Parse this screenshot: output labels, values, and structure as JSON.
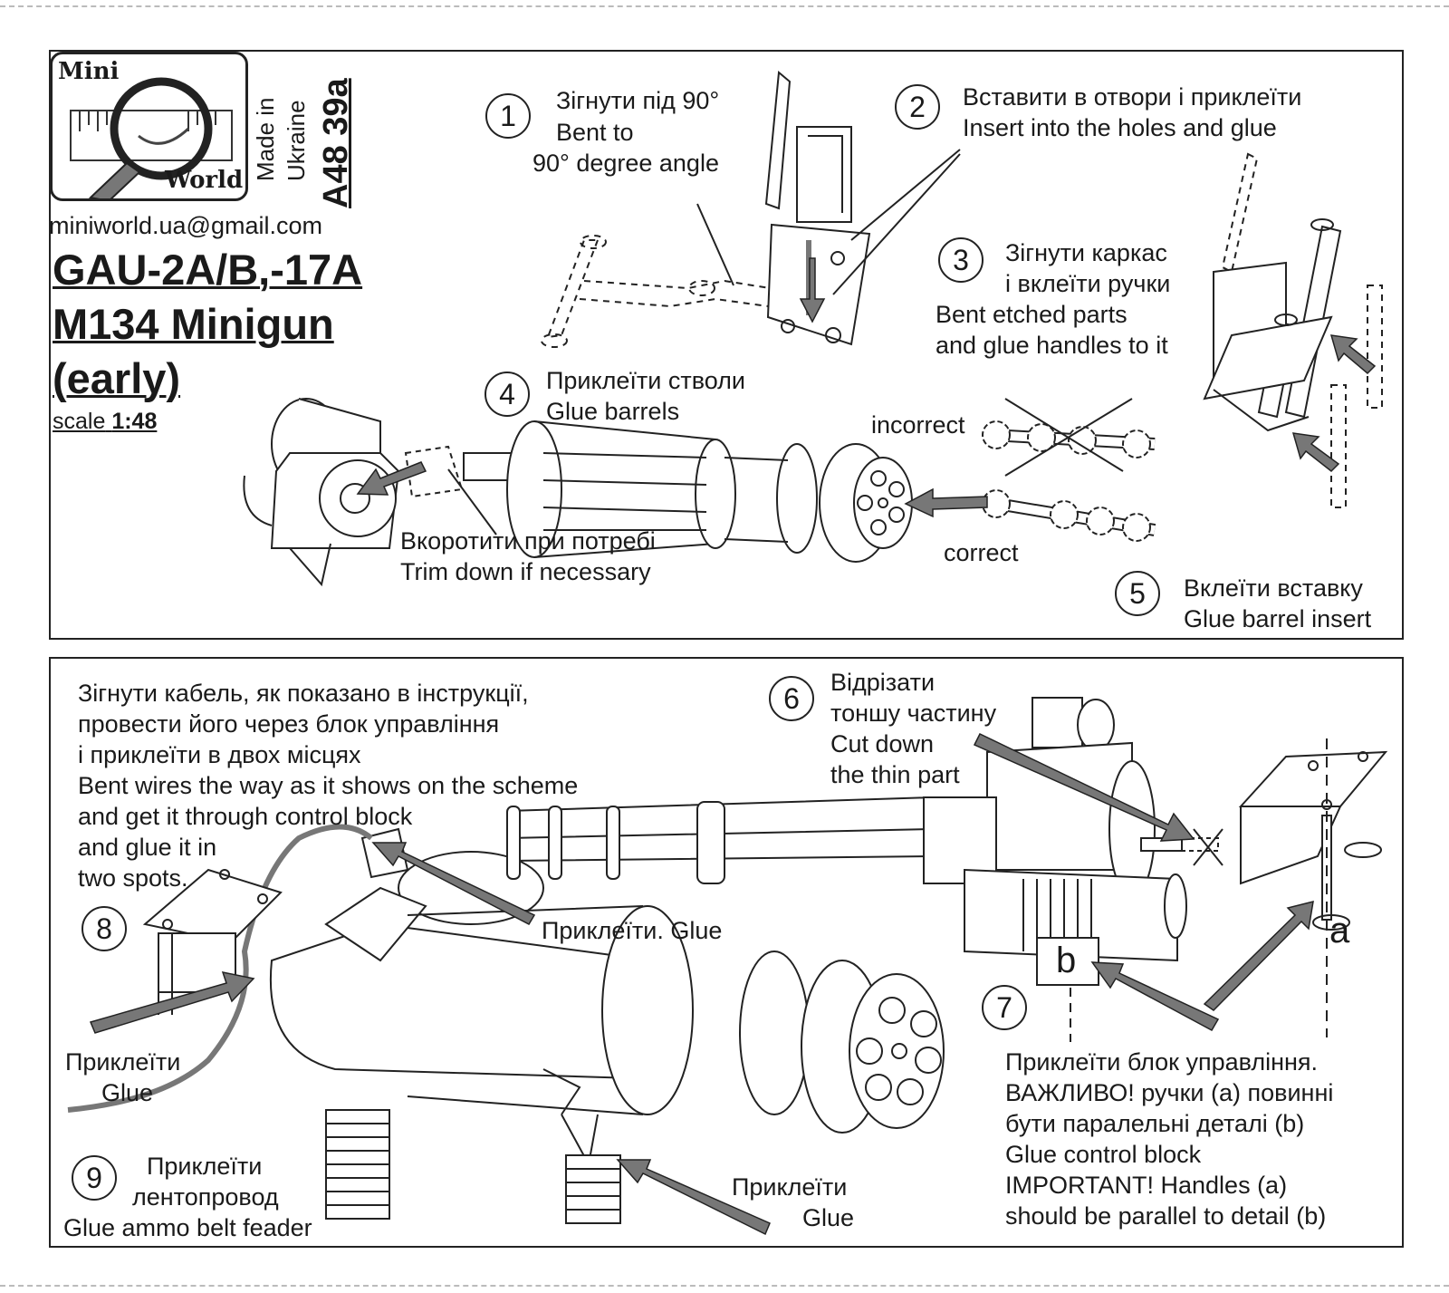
{
  "header": {
    "logo_top": "Mini",
    "logo_bottom": "World",
    "made_in_1": "Made in",
    "made_in_2": "Ukraine",
    "code": "A48 39a",
    "email": "miniworld.ua@gmail.com",
    "title_line1": "GAU-2A/B,-17A",
    "title_line2": "M134 Minigun",
    "title_line3": "(early)",
    "scale_label": "scale",
    "scale_value": "1:48"
  },
  "steps": {
    "s1": {
      "num": "1",
      "ua": "Зігнути під 90°",
      "en1": "Bent to",
      "en2": "90° degree angle"
    },
    "s2": {
      "num": "2",
      "ua": "Вставити в отвори і приклеїти",
      "en": "Insert into the holes and glue"
    },
    "s3": {
      "num": "3",
      "ua1": "Зігнути каркас",
      "ua2": "і вклеїти ручки",
      "en1": "Bent etched parts",
      "en2": "and glue handles to it"
    },
    "s4": {
      "num": "4",
      "ua": "Приклеїти стволи",
      "en": "Glue barrels"
    },
    "trim": {
      "ua": "Вкоротити при потребі",
      "en": "Trim down if necessary"
    },
    "incorrect": "incorrect",
    "correct": "correct",
    "s5": {
      "num": "5",
      "ua": "Вклеїти вставку",
      "en": "Glue barrel insert"
    },
    "s6": {
      "num": "6",
      "ua1": "Відрізати",
      "ua2": "тоншу частину",
      "en1": "Cut down",
      "en2": "the thin part"
    },
    "wires": [
      "Зігнути кабель, як показано в інструкції,",
      "провести його через блок управління",
      "і приклеїти в двох місцях",
      "Bent wires the way as it shows on the scheme",
      "and get it through control block",
      "and glue it in",
      "two spots."
    ],
    "glue_top": "Приклеїти. Glue",
    "s8": {
      "num": "8"
    },
    "glue_left": {
      "ua": "Приклеїти",
      "en": "Glue"
    },
    "s9": {
      "num": "9",
      "ua1": "Приклеїти",
      "ua2": "лентопровод",
      "en": "Glue ammo belt feader"
    },
    "glue_bottom": {
      "ua": "Приклеїти",
      "en": "Glue"
    },
    "s7": {
      "num": "7"
    },
    "control": [
      "Приклеїти блок управління.",
      "ВАЖЛИВО! ручки (a) повинні",
      "бути паралельні деталі (b)",
      "Glue control block",
      "IMPORTANT! Handles (a)",
      "should be parallel to detail (b)"
    ],
    "label_a": "a",
    "label_b": "b"
  }
}
